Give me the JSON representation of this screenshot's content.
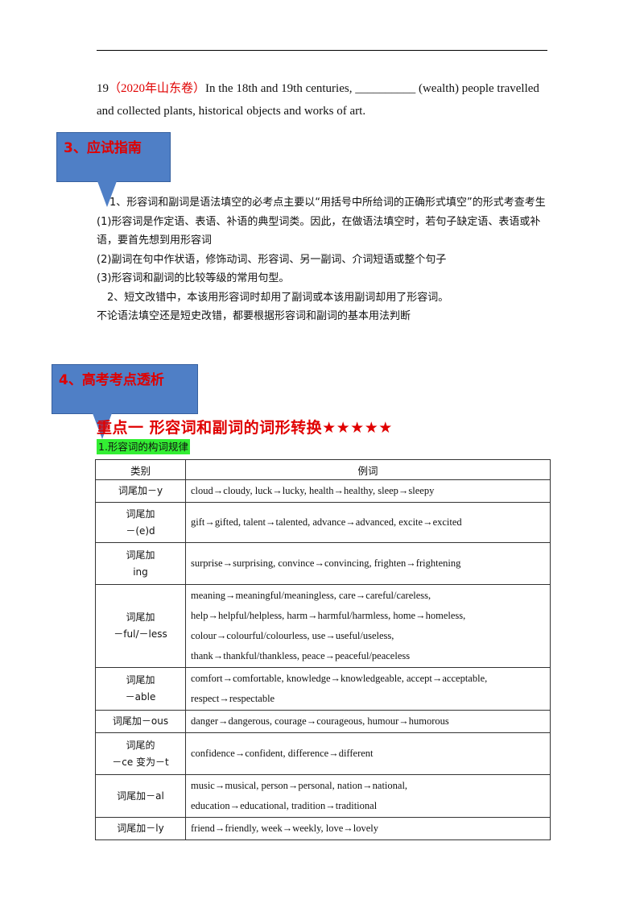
{
  "question": {
    "number": "19",
    "source": "（2020年山东卷）",
    "text": "In the 18th and 19th centuries, __________ (wealth) people travelled and collected plants, historical objects and works of art."
  },
  "section3": {
    "title": "3、应试指南"
  },
  "guide": {
    "lines": [
      "1、形容词和副词是语法填空的必考点主要以“用括号中所给词的正确形式填空”的形式考查考生",
      "(1)形容词是作定语、表语、补语的典型词类。因此，在做语法填空时，若句子缺定语、表语或补语，要首先想到用形容词",
      "(2)副词在句中作状语，修饰动词、形容词、另一副词、介词短语或整个句子",
      "(3)形容词和副词的比较等级的常用句型。",
      "2、短文改错中，本该用形容词时却用了副词或本该用副词却用了形容词。",
      "不论语法填空还是短史改错，都要根据形容词和副词的基本用法判断"
    ]
  },
  "section4": {
    "title": "4、高考考点透析"
  },
  "heading": "重点一   形容词和副词的词形转换★★★★★",
  "subtitle": "1.形容词的构词规律",
  "table": {
    "headers": [
      "类别",
      "例词"
    ],
    "rows": [
      {
        "cat": [
          "词尾加－y"
        ],
        "ex": [
          "cloud→cloudy, luck→lucky, health→healthy, sleep→sleepy"
        ]
      },
      {
        "cat": [
          "词尾加",
          "－(e)d"
        ],
        "ex": [
          "gift→gifted, talent→talented, advance→advanced, excite→excited"
        ]
      },
      {
        "cat": [
          "词尾加",
          "ing"
        ],
        "ex": [
          "surprise→surprising, convince→convincing, frighten→frightening"
        ]
      },
      {
        "cat": [
          "词尾加",
          "－ful/－less"
        ],
        "ex": [
          "meaning→meaningful/meaningless, care→careful/careless,",
          "help→helpful/helpless, harm→harmful/harmless, home→homeless,",
          "colour→colourful/colourless, use→useful/useless,",
          "thank→thankful/thankless, peace→peaceful/peaceless"
        ]
      },
      {
        "cat": [
          "词尾加",
          "－able"
        ],
        "ex": [
          "comfort→comfortable, knowledge→knowledgeable, accept→acceptable,",
          "respect→respectable"
        ]
      },
      {
        "cat": [
          "词尾加－ous"
        ],
        "ex": [
          "danger→dangerous, courage→courageous, humour→humorous"
        ]
      },
      {
        "cat": [
          "词尾的",
          "－ce 变为－t"
        ],
        "ex": [
          "confidence→confident, difference→different"
        ]
      },
      {
        "cat": [
          "词尾加－al"
        ],
        "ex": [
          "music→musical, person→personal, nation→national,",
          "education→educational, tradition→traditional"
        ]
      },
      {
        "cat": [
          "词尾加－ly"
        ],
        "ex": [
          "friend→friendly, week→weekly, love→lovely"
        ]
      }
    ]
  }
}
